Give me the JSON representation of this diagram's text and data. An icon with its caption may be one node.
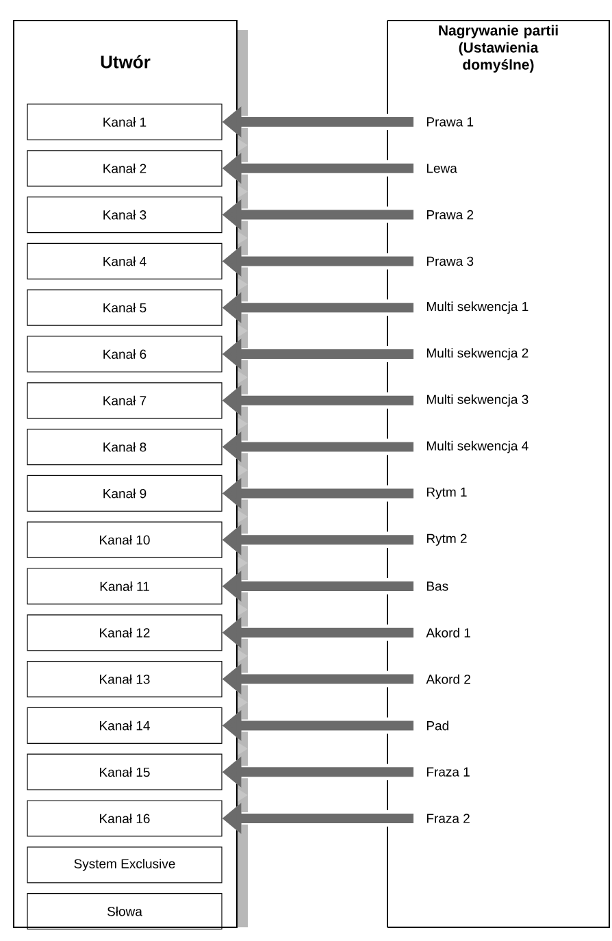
{
  "diagram": {
    "nodes": [
      {
        "text": [
          "Utwór"
        ]
      },
      {
        "text": [
          "Kanał 1"
        ],
        "in": 0
      },
      {
        "text": [
          "Kanał 2"
        ],
        "in": 0
      },
      {
        "text": [
          "Kanał 3"
        ],
        "in": 0
      },
      {
        "text": [
          "Kanał 4"
        ],
        "in": 0
      },
      {
        "text": [
          "Kanał 5"
        ],
        "in": 0
      },
      {
        "text": [
          "Kanał 6"
        ],
        "in": 0
      },
      {
        "text": [
          "Kanał 7"
        ],
        "in": 0
      },
      {
        "text": [
          "Kanał 8"
        ],
        "in": 0
      },
      {
        "text": [
          "Kanał 9"
        ],
        "in": 0
      },
      {
        "text": [
          "Kanał 10"
        ],
        "in": 0
      },
      {
        "text": [
          "Kanał 11"
        ],
        "in": 0
      },
      {
        "text": [
          "Kanał 12"
        ],
        "in": 0
      },
      {
        "text": [
          "Kanał 13"
        ],
        "in": 0
      },
      {
        "text": [
          "Kanał 14"
        ],
        "in": 0
      },
      {
        "text": [
          "Kanał 15"
        ],
        "in": 0
      },
      {
        "text": [
          "Kanał 16"
        ],
        "in": 0
      },
      {
        "text": [
          "System Exclusive"
        ],
        "in": 0
      },
      {
        "text": [
          "Słowa"
        ],
        "in": 0
      },
      {
        "text": [
          "Nagrywanie partii (Ustawienia domyślne)"
        ]
      },
      {
        "text": [
          "Prawa 1"
        ],
        "in": 19
      },
      {
        "text": [
          "Lewa"
        ],
        "in": 19
      },
      {
        "text": [
          "Prawa 2"
        ],
        "in": 19
      },
      {
        "text": [
          "Prawa 3"
        ],
        "in": 19
      },
      {
        "text": [
          "Multi sekwencja 1"
        ],
        "in": 19
      },
      {
        "text": [
          "Multi sekwencja 2"
        ],
        "in": 19
      },
      {
        "text": [
          "Multi sekwencja 3"
        ],
        "in": 19
      },
      {
        "text": [
          "Multi sekwencja 4"
        ],
        "in": 19
      },
      {
        "text": [
          "Rytm 1"
        ],
        "in": 19
      },
      {
        "text": [
          "Rytm 2"
        ],
        "in": 19
      },
      {
        "text": [
          "Bas"
        ],
        "in": 19
      },
      {
        "text": [
          "Akord 1"
        ],
        "in": 19
      },
      {
        "text": [
          "Akord 2"
        ],
        "in": 19
      },
      {
        "text": [
          "Pad"
        ],
        "in": 19
      },
      {
        "text": [
          "Fraza 1"
        ],
        "in": 19
      },
      {
        "text": [
          "Fraza 2"
        ],
        "in": 19
      }
    ],
    "edges": [
      {
        "from": 20,
        "to": 1,
        "arrow": "to"
      },
      {
        "from": 21,
        "to": 2,
        "arrow": "to"
      },
      {
        "from": 22,
        "to": 3,
        "arrow": "to"
      },
      {
        "from": 23,
        "to": 4,
        "arrow": "to"
      },
      {
        "from": 24,
        "to": 5,
        "arrow": "to"
      },
      {
        "from": 25,
        "to": 6,
        "arrow": "to"
      },
      {
        "from": 26,
        "to": 7,
        "arrow": "to"
      },
      {
        "from": 27,
        "to": 8,
        "arrow": "to"
      },
      {
        "from": 28,
        "to": 9,
        "arrow": "to"
      },
      {
        "from": 29,
        "to": 10,
        "arrow": "to"
      },
      {
        "from": 30,
        "to": 11,
        "arrow": "to"
      },
      {
        "from": 31,
        "to": 12,
        "arrow": "to"
      },
      {
        "from": 32,
        "to": 13,
        "arrow": "to"
      },
      {
        "from": 33,
        "to": 14,
        "arrow": "to"
      },
      {
        "from": 34,
        "to": 15,
        "arrow": "to"
      },
      {
        "from": 35,
        "to": 16,
        "arrow": "to"
      }
    ]
  }
}
